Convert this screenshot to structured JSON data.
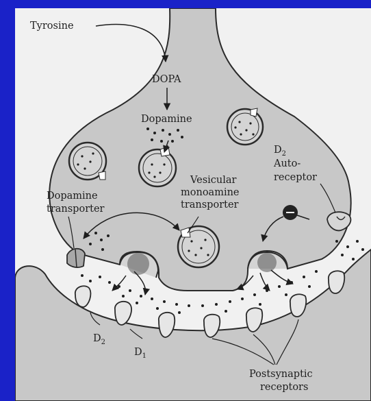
{
  "labels": {
    "tyrosine": "Tyrosine",
    "dopa": "DOPA",
    "dopamine": "Dopamine",
    "d2_auto_main": "D",
    "d2_auto_sub": "2",
    "auto_line1": "Auto-",
    "auto_line2": "receptor",
    "dat_line1": "Dopamine",
    "dat_line2": "transporter",
    "vmat_line1": "Vesicular",
    "vmat_line2": "monoamine",
    "vmat_line3": "transporter",
    "d2_main": "D",
    "d2_sub": "2",
    "d1_main": "D",
    "d1_sub": "1",
    "post_line1": "Postsynaptic",
    "post_line2": "receptors"
  },
  "colors": {
    "frame": "#1a22c8",
    "panel": "#f1f1f1",
    "neuron": "#c8c8c8",
    "vesicle_fill": "#d4d4d4",
    "dots": "#1e1e1e"
  }
}
